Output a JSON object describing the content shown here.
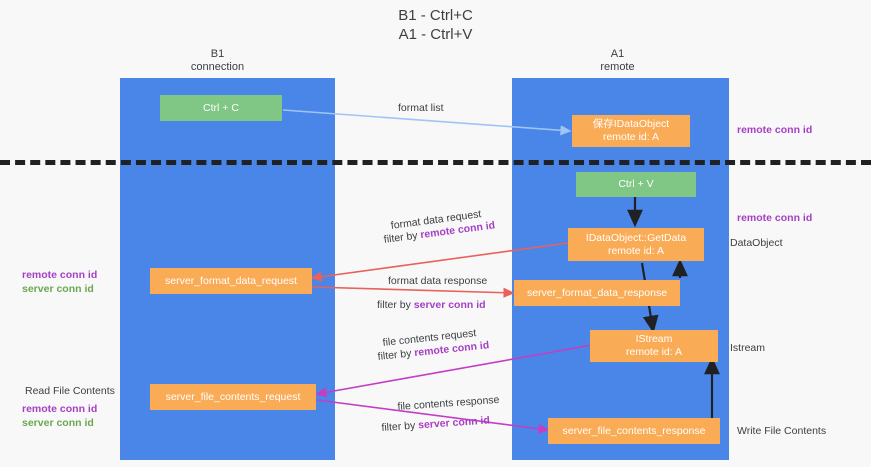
{
  "title": "B1 - Ctrl+C\nA1 - Ctrl+V",
  "columns": [
    {
      "name": "b1",
      "label": "B1\nconnection"
    },
    {
      "name": "a1",
      "label": "A1\nremote"
    }
  ],
  "boxes": [
    {
      "name": "ctrl-c-box",
      "label": "Ctrl + C",
      "color": "green"
    },
    {
      "name": "save-idataobject-box",
      "label": "保存IDataObject\nremote id: A",
      "color": "orange"
    },
    {
      "name": "ctrl-v-box",
      "label": "Ctrl + V",
      "color": "green"
    },
    {
      "name": "idataobject-getdata-box",
      "label": "IDataObject::GetData\nremote id: A",
      "color": "orange"
    },
    {
      "name": "server-format-data-request-box",
      "label": "server_format_data_request",
      "color": "orange"
    },
    {
      "name": "server-format-data-response-box",
      "label": "server_format_data_response",
      "color": "orange"
    },
    {
      "name": "istream-box",
      "label": "IStream\nremote id: A",
      "color": "orange"
    },
    {
      "name": "server-file-contents-request-box",
      "label": "server_file_contents_request",
      "color": "orange"
    },
    {
      "name": "server-file-contents-response-box",
      "label": "server_file_contents_response",
      "color": "orange"
    }
  ],
  "flow_labels": {
    "format_list": "format list",
    "format_data_request": "format data request",
    "format_data_request_filter_prefix": "filter by ",
    "format_data_request_filter_key": "remote conn id",
    "format_data_response": "format data response",
    "format_data_response_filter_prefix": "filter by ",
    "format_data_response_filter_key": "server conn id",
    "file_contents_request": "file contents request",
    "file_contents_request_filter_prefix": "filter by ",
    "file_contents_request_filter_key": "remote conn id",
    "file_contents_response": "file contents response",
    "file_contents_response_filter_prefix": "filter by ",
    "file_contents_response_filter_key": "server conn id"
  },
  "right_labels": {
    "remote_conn_id_top": "remote conn id",
    "remote_conn_id_mid": "remote conn id",
    "dataobject": "DataObject",
    "istream": "Istream",
    "write_file_contents": "Write File Contents"
  },
  "left_labels": {
    "remote_conn_id_mid": "remote conn id",
    "server_conn_id_mid": "server conn id",
    "read_file_contents": "Read File Contents",
    "remote_conn_id_bottom": "remote conn id",
    "server_conn_id_bottom": "server conn id"
  },
  "colors": {
    "lane": "#4a86e8",
    "green_box": "#80c684",
    "orange_box": "#f9ab55",
    "purple_key": "#a63fc4",
    "green_key": "#6aa84f",
    "arrow_blue": "#9fc5f8",
    "arrow_red": "#e8615a",
    "arrow_magenta": "#c23fc4",
    "arrow_black": "#202124",
    "background": "#f8f8f8",
    "text": "#3c4043"
  }
}
